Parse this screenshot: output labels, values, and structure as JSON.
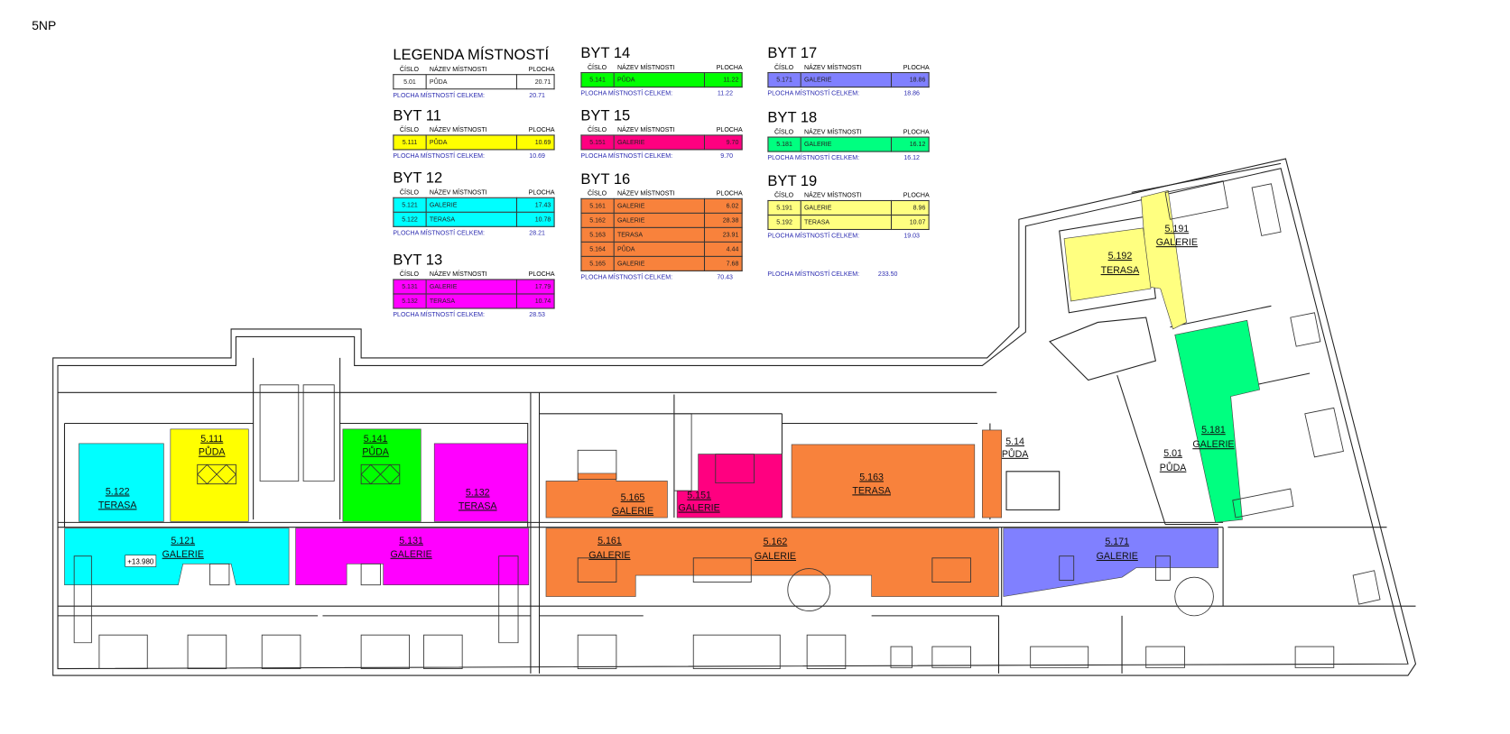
{
  "sheet_title": "5NP",
  "colors": {
    "puda_5_01": "#ffffff",
    "byt11": "#ffff00",
    "byt12": "#00ffff",
    "byt13": "#ff00ff",
    "byt14": "#00ff00",
    "byt15": "#ff0080",
    "byt16": "#f8823c",
    "byt17": "#8080ff",
    "byt18": "#00ff80",
    "byt19": "#ffff80",
    "total_text": "#2b2bb0"
  },
  "headers": {
    "cislo": "ČÍSLO",
    "nazev": "NÁZEV MÍSTNOSTI",
    "plocha": "PLOCHA"
  },
  "total_label": "PLOCHA MÍSTNOSTÍ CELKEM:",
  "legend": [
    {
      "id": "legenda",
      "title": "LEGENDA MÍSTNOSTÍ",
      "color": "#ffffff",
      "rows": [
        {
          "cislo": "5.01",
          "nazev": "PŮDA",
          "plocha": "20.71"
        }
      ],
      "total": "20.71"
    },
    {
      "id": "byt11",
      "title": "BYT 11",
      "color": "#ffff00",
      "rows": [
        {
          "cislo": "5.111",
          "nazev": "PŮDA",
          "plocha": "10.69"
        }
      ],
      "total": "10.69"
    },
    {
      "id": "byt12",
      "title": "BYT 12",
      "color": "#00ffff",
      "rows": [
        {
          "cislo": "5.121",
          "nazev": "GALERIE",
          "plocha": "17.43"
        },
        {
          "cislo": "5.122",
          "nazev": "TERASA",
          "plocha": "10.78"
        }
      ],
      "total": "28.21"
    },
    {
      "id": "byt13",
      "title": "BYT 13",
      "color": "#ff00ff",
      "rows": [
        {
          "cislo": "5.131",
          "nazev": "GALERIE",
          "plocha": "17.79"
        },
        {
          "cislo": "5.132",
          "nazev": "TERASA",
          "plocha": "10.74"
        }
      ],
      "total": "28.53"
    },
    {
      "id": "byt14",
      "title": "BYT 14",
      "color": "#00ff00",
      "rows": [
        {
          "cislo": "5.141",
          "nazev": "PŮDA",
          "plocha": "11.22"
        }
      ],
      "total": "11.22"
    },
    {
      "id": "byt15",
      "title": "BYT 15",
      "color": "#ff0080",
      "rows": [
        {
          "cislo": "5.151",
          "nazev": "GALERIE",
          "plocha": "9.70"
        }
      ],
      "total": "9.70"
    },
    {
      "id": "byt16",
      "title": "BYT 16",
      "color": "#f8823c",
      "rows": [
        {
          "cislo": "5.161",
          "nazev": "GALERIE",
          "plocha": "6.02"
        },
        {
          "cislo": "5.162",
          "nazev": "GALERIE",
          "plocha": "28.38"
        },
        {
          "cislo": "5.163",
          "nazev": "TERASA",
          "plocha": "23.91"
        },
        {
          "cislo": "5.164",
          "nazev": "PŮDA",
          "plocha": "4.44"
        },
        {
          "cislo": "5.165",
          "nazev": "GALERIE",
          "plocha": "7.68"
        }
      ],
      "total": "70.43"
    },
    {
      "id": "byt17",
      "title": "BYT 17",
      "color": "#8080ff",
      "rows": [
        {
          "cislo": "5.171",
          "nazev": "GALERIE",
          "plocha": "18.86"
        }
      ],
      "total": "18.86"
    },
    {
      "id": "byt18",
      "title": "BYT 18",
      "color": "#00ff80",
      "rows": [
        {
          "cislo": "5.181",
          "nazev": "GALERIE",
          "plocha": "16.12"
        }
      ],
      "total": "16.12"
    },
    {
      "id": "byt19",
      "title": "BYT 19",
      "color": "#ffff80",
      "rows": [
        {
          "cislo": "5.191",
          "nazev": "GALERIE",
          "plocha": "8.96"
        },
        {
          "cislo": "5.192",
          "nazev": "TERASA",
          "plocha": "10.07"
        }
      ],
      "total": "19.03"
    }
  ],
  "grand_total": "233.50",
  "plan": {
    "elevation": "+13.980",
    "rooms": {
      "r5111": {
        "num": "5.111",
        "name": "PŮDA"
      },
      "r5141": {
        "num": "5.141",
        "name": "PŮDA"
      },
      "r5122": {
        "num": "5.122",
        "name": "TERASA"
      },
      "r5132": {
        "num": "5.132",
        "name": "TERASA"
      },
      "r5121": {
        "num": "5.121",
        "name": "GALERIE"
      },
      "r5131": {
        "num": "5.131",
        "name": "GALERIE"
      },
      "r5165": {
        "num": "5.165",
        "name": "GALERIE"
      },
      "r5151": {
        "num": "5.151",
        "name": "GALERIE"
      },
      "r5163": {
        "num": "5.163",
        "name": "TERASA"
      },
      "r514": {
        "num": "5.14",
        "name": "PŮDA"
      },
      "r501": {
        "num": "5.01",
        "name": "PŮDA"
      },
      "r5181": {
        "num": "5.181",
        "name": "GALERIE"
      },
      "r5191": {
        "num": "5.191",
        "name": "GALERIE"
      },
      "r5192": {
        "num": "5.192",
        "name": "TERASA"
      },
      "r5161": {
        "num": "5.161",
        "name": "GALERIE"
      },
      "r5162": {
        "num": "5.162",
        "name": "GALERIE"
      },
      "r5171": {
        "num": "5.171",
        "name": "GALERIE"
      }
    }
  }
}
